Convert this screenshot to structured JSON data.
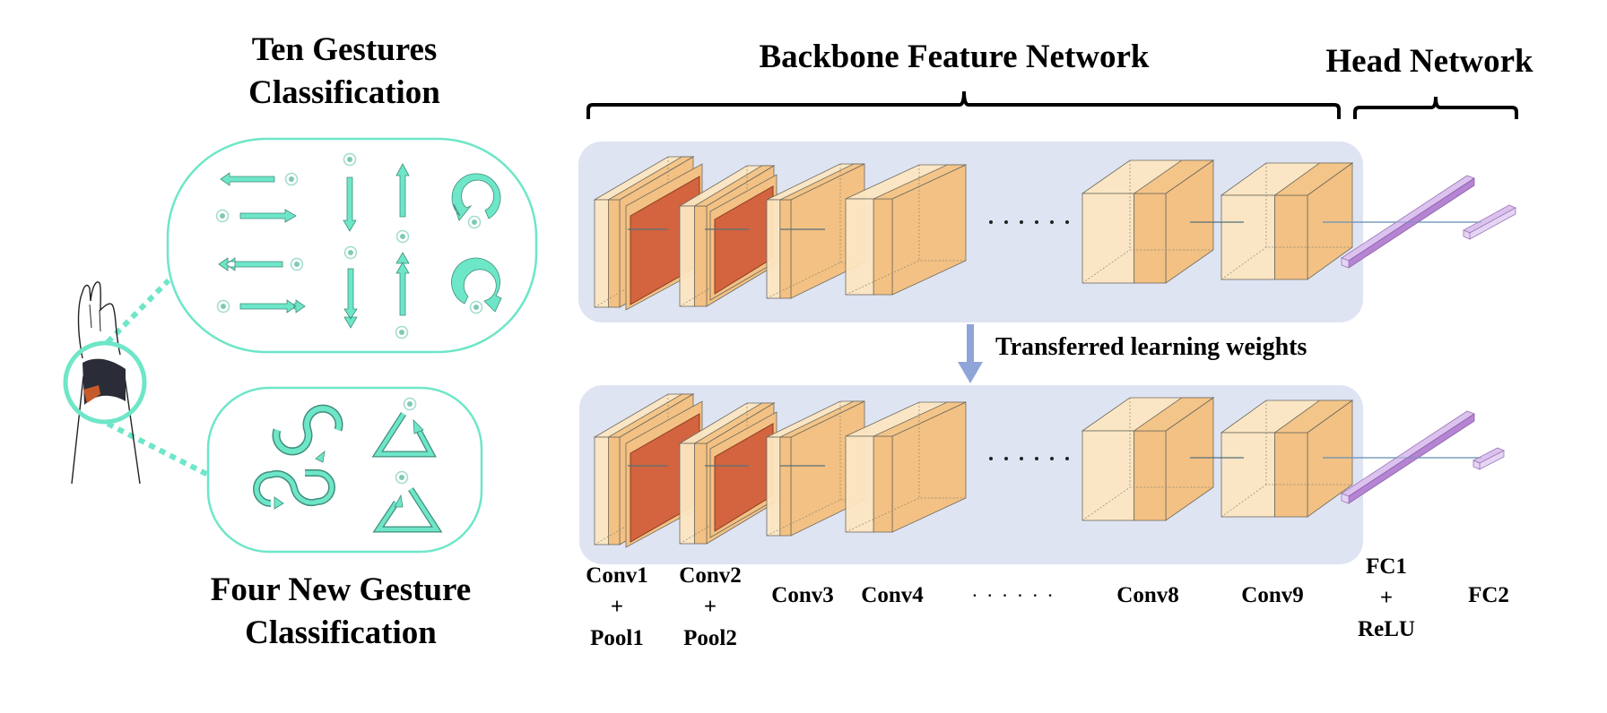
{
  "left": {
    "top_title": [
      "Ten Gestures",
      "Classification"
    ],
    "bottom_title": [
      "Four New Gesture",
      "Classification"
    ],
    "ten_gestures": [
      "swipe-left",
      "swipe-right",
      "swipe-down",
      "swipe-up",
      "circle-counterclockwise",
      "double-swipe-left",
      "double-swipe-right",
      "double-swipe-down",
      "double-swipe-up",
      "circle-clockwise"
    ],
    "four_new_gestures": [
      "s-shape-forward",
      "s-shape-reverse",
      "triangle-counterclockwise",
      "triangle-clockwise"
    ],
    "accent_color": "#6ee6c8"
  },
  "network": {
    "backbone_title": "Backbone Feature Network",
    "head_title": "Head Network",
    "transfer_label": "Transferred learning weights",
    "ellipsis": "· · · · · ·",
    "layers": [
      {
        "id": "conv1",
        "lines": [
          "Conv1",
          "+",
          "Pool1"
        ]
      },
      {
        "id": "conv2",
        "lines": [
          "Conv2",
          "+",
          "Pool2"
        ]
      },
      {
        "id": "conv3",
        "lines": [
          "Conv3"
        ]
      },
      {
        "id": "conv4",
        "lines": [
          "Conv4"
        ]
      },
      {
        "id": "ellipsis",
        "lines": [
          "· · · · · ·"
        ]
      },
      {
        "id": "conv8",
        "lines": [
          "Conv8"
        ]
      },
      {
        "id": "conv9",
        "lines": [
          "Conv9"
        ]
      },
      {
        "id": "fc1",
        "lines": [
          "FC1",
          "+",
          "ReLU"
        ]
      },
      {
        "id": "fc2",
        "lines": [
          "FC2"
        ]
      }
    ],
    "panel_color": "#dfe4f3",
    "conv_colors": {
      "light": "#fbe6c1",
      "mid": "#f3c183",
      "pool": "#d3643f"
    },
    "fc_color": "#b585d3",
    "transfer_arrow_color": "#8fa5d8"
  }
}
